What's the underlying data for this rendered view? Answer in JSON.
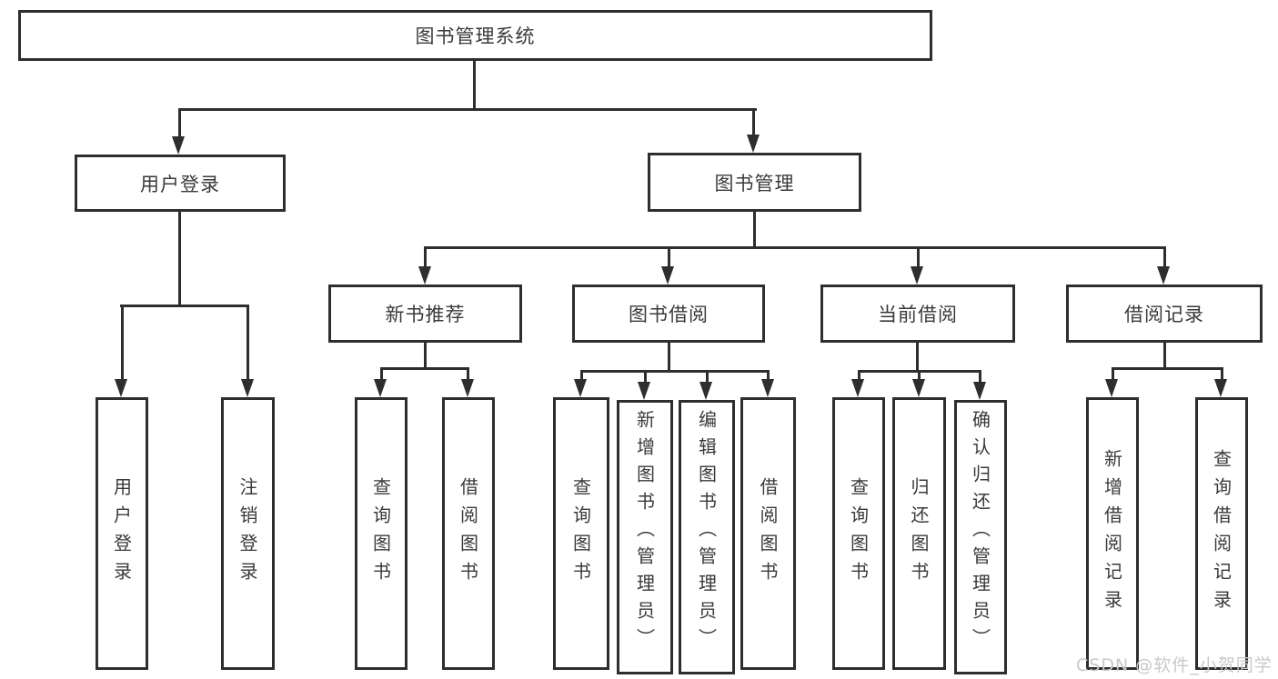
{
  "diagram": {
    "type": "function-structure-tree",
    "title": "图书管理系统",
    "watermark": "CSDN @软件_小贺同学",
    "colors": {
      "line": "#2e2e2e",
      "text": "#3a3a3a",
      "background": "#ffffff",
      "watermark": "#c6c9cd"
    },
    "nodes": {
      "root": "图书管理系统",
      "user_login": "用户登录",
      "book_mgmt": "图书管理",
      "leaf_user_login": "用户登录",
      "leaf_logout": "注销登录",
      "new_books": "新书推荐",
      "book_borrow": "图书借阅",
      "current_borrow": "当前借阅",
      "borrow_records": "借阅记录",
      "nb_query_books": "查询图书",
      "nb_borrow_books": "借阅图书",
      "bb_query_books": "查询图书",
      "bb_add_books": "新增图书（管理员）",
      "bb_edit_books": "编辑图书（管理员）",
      "bb_borrow_books": "借阅图书",
      "cb_query_books": "查询图书",
      "cb_return_books": "归还图书",
      "cb_confirm_return": "确认归还（管理员）",
      "br_add_record": "新增借阅记录",
      "br_query_record": "查询借阅记录"
    },
    "hierarchy": {
      "图书管理系统": {
        "用户登录": [
          "用户登录",
          "注销登录"
        ],
        "图书管理": {
          "新书推荐": [
            "查询图书",
            "借阅图书"
          ],
          "图书借阅": [
            "查询图书",
            "新增图书（管理员）",
            "编辑图书（管理员）",
            "借阅图书"
          ],
          "当前借阅": [
            "查询图书",
            "归还图书",
            "确认归还（管理员）"
          ],
          "借阅记录": [
            "新增借阅记录",
            "查询借阅记录"
          ]
        }
      }
    }
  }
}
